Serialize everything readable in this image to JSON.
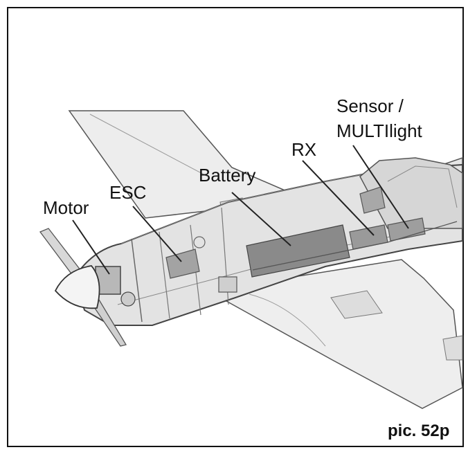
{
  "labels": {
    "motor": "Motor",
    "esc": "ESC",
    "battery": "Battery",
    "rx": "RX",
    "sensor_line1": "Sensor /",
    "sensor_line2": "MULTIlight"
  },
  "caption": "pic. 52p",
  "colors": {
    "border": "#111111",
    "wing": "#ececec",
    "fuselage": "#e2e2e2",
    "canopy": "#d6d6d6",
    "component": "#8a8a8a",
    "line": "#444444"
  }
}
